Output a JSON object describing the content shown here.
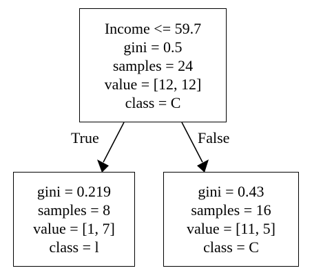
{
  "tree": {
    "root": {
      "lines": [
        "Income <= 59.7",
        "gini = 0.5",
        "samples = 24",
        "value = [12, 12]",
        "class = C"
      ]
    },
    "left": {
      "lines": [
        "gini = 0.219",
        "samples = 8",
        "value = [1, 7]",
        "class = l"
      ]
    },
    "right": {
      "lines": [
        "gini = 0.43",
        "samples = 16",
        "value = [11, 5]",
        "class = C"
      ]
    },
    "edges": {
      "true_label": "True",
      "false_label": "False"
    }
  },
  "colors": {
    "background": "#ffffff",
    "stroke": "#000000",
    "text": "#000000"
  }
}
